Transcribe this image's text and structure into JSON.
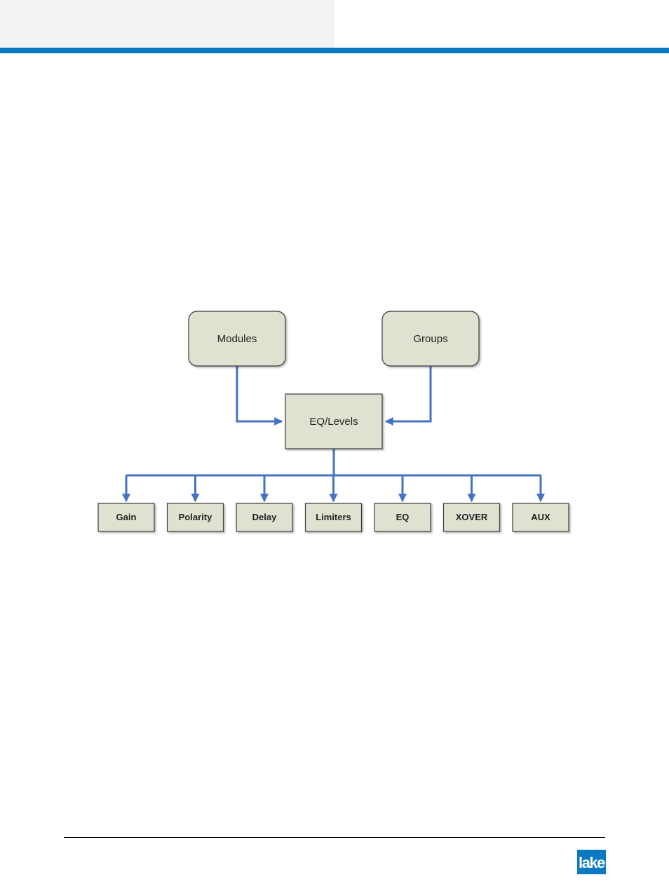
{
  "colors": {
    "brand_blue": "#0b79c1",
    "connector_blue": "#4472c4",
    "node_fill": "#dfe2d0",
    "header_panel": "#f2f2f2"
  },
  "diagram": {
    "sources": [
      {
        "label": "Modules"
      },
      {
        "label": "Groups"
      }
    ],
    "hub": {
      "label": "EQ/Levels"
    },
    "targets": [
      {
        "label": "Gain"
      },
      {
        "label": "Polarity"
      },
      {
        "label": "Delay"
      },
      {
        "label": "Limiters"
      },
      {
        "label": "EQ"
      },
      {
        "label": "XOVER"
      },
      {
        "label": "AUX"
      }
    ]
  },
  "footer": {
    "logo_text": "lake",
    "logo_mark": "™"
  }
}
